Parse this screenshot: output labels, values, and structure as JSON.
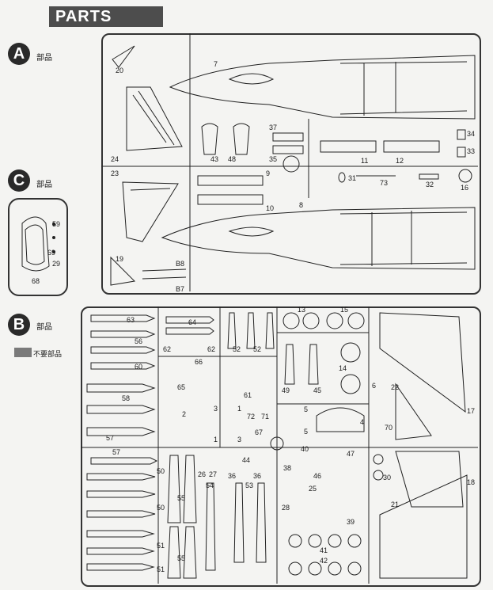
{
  "header": {
    "title": "PARTS"
  },
  "sections": {
    "a": {
      "letter": "A",
      "label": "部品"
    },
    "c": {
      "letter": "C",
      "label": "部品"
    },
    "b": {
      "letter": "B",
      "label": "部品"
    }
  },
  "legend": {
    "unused_parts_label": "不要部品"
  },
  "sprue_c_numbers": [
    "59",
    "69",
    "29",
    "68"
  ],
  "sprue_a_numbers": [
    "20",
    "7",
    "24",
    "43",
    "48",
    "37",
    "35",
    "34",
    "33",
    "11",
    "12",
    "23",
    "9",
    "10",
    "31",
    "73",
    "32",
    "16",
    "8",
    "19",
    "B8",
    "B7"
  ],
  "sprue_b_numbers": [
    "63",
    "64",
    "62",
    "62",
    "56",
    "60",
    "58",
    "57",
    "66",
    "65",
    "61",
    "52",
    "52",
    "13",
    "15",
    "14",
    "49",
    "45",
    "6",
    "22",
    "5",
    "5",
    "4",
    "70",
    "17",
    "2",
    "3",
    "1",
    "72",
    "71",
    "67",
    "3",
    "1",
    "57",
    "50",
    "50",
    "55",
    "54",
    "53",
    "26",
    "27",
    "44",
    "36",
    "36",
    "38",
    "40",
    "46",
    "47",
    "30",
    "18",
    "28",
    "25",
    "39",
    "21",
    "51",
    "51",
    "55",
    "41",
    "42"
  ]
}
